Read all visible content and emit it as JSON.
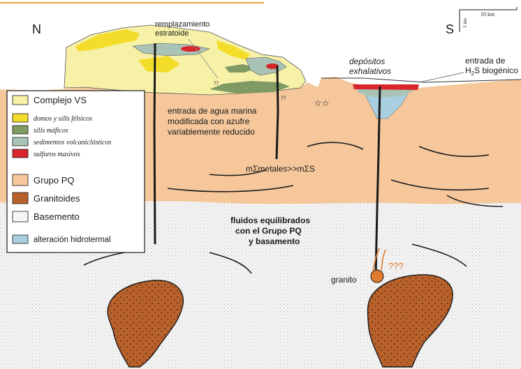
{
  "orientation": {
    "north": "N",
    "south": "S"
  },
  "scale": {
    "horizontal": "10 km",
    "vertical": "1 km"
  },
  "labels": {
    "remplazamiento_1": "remplazamiento",
    "remplazamiento_2": "estratoide",
    "depositos_1": "depósitos",
    "depositos_2": "exhalativos",
    "h2s_1": "entrada de",
    "h2s_2": "H",
    "h2s_sub": "2",
    "h2s_3": "S biogénico",
    "marina_1": "entrada de agua marina",
    "marina_2": "modificada con azufre",
    "marina_3": "variablemente reducido",
    "metales": "mΣmetales>>mΣS",
    "fluidos_1": "fluidos equilibrados",
    "fluidos_2": "con el Grupo PQ",
    "fluidos_3": "y basamento",
    "granito": "granito",
    "qmarks_left_1": "??",
    "qmarks_left_2": "??",
    "qmarks_right": "???",
    "stars": "☆☆"
  },
  "legend": {
    "items": [
      {
        "label": "Complejo VS",
        "color": "#f7f1a8",
        "italic": false
      },
      {
        "label": "domos y sills félsicos",
        "color": "#f3dd2a",
        "italic": true
      },
      {
        "label": "sills máficos",
        "color": "#7f9a63",
        "italic": true
      },
      {
        "label": "sedimentos volcaniclásticos",
        "color": "#a9c4b6",
        "italic": true
      },
      {
        "label": "sulfuros masivos",
        "color": "#d8262c",
        "italic": true
      },
      {
        "label": "Grupo PQ",
        "color": "#f5c79b",
        "italic": false
      },
      {
        "label": "Granitoides",
        "color": "#b9612b",
        "italic": false
      },
      {
        "label": "Basemento",
        "color": "#f4f4f4",
        "italic": false
      },
      {
        "label": "alteración hidrotermal",
        "color": "#a7cfe0",
        "italic": false
      }
    ]
  },
  "colors": {
    "accent_line": "#e8a33a",
    "complejo_vs": "#f7f1a8",
    "felsic": "#f3dd2a",
    "mafic": "#7f9a63",
    "volcaniclastic": "#a9c4b6",
    "sulfide": "#d8262c",
    "grupo_pq": "#f5c79b",
    "granitoid": "#b9612b",
    "basement": "#f4f4f4",
    "hydrothermal": "#a7cfe0"
  }
}
